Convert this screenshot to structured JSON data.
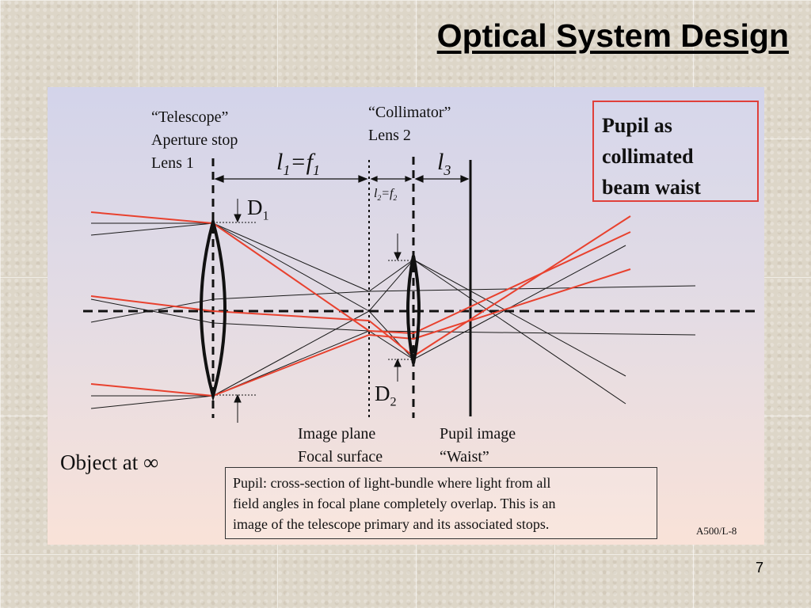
{
  "slide": {
    "title": "Optical System Design",
    "page_number": "7"
  },
  "diagram": {
    "telescope_label": [
      "“Telescope”",
      "Aperture stop",
      "Lens 1"
    ],
    "collimator_label": [
      "“Collimator”",
      "Lens 2"
    ],
    "l1_label": "l1=f1",
    "l2_label": "l2=f2",
    "l3_label": "l3",
    "d1_label": "D1",
    "d2_label": "D2",
    "image_plane_label": [
      "Image plane",
      "Focal surface"
    ],
    "pupil_image_label": [
      "Pupil image",
      "“Waist”"
    ],
    "object_label": "Object at ∞",
    "callout": [
      "Pupil as",
      "collimated",
      "beam waist"
    ],
    "definition": [
      "Pupil: cross-section of light-bundle where light from all",
      "field angles in focal plane completely overlap. This is an",
      "image of the telescope primary and its associated stops."
    ],
    "figure_code": "A500/L-8",
    "colors": {
      "chief_rays": "#e8412e",
      "marginal_rays": "#222222",
      "callout_border": "#e0403a"
    }
  }
}
